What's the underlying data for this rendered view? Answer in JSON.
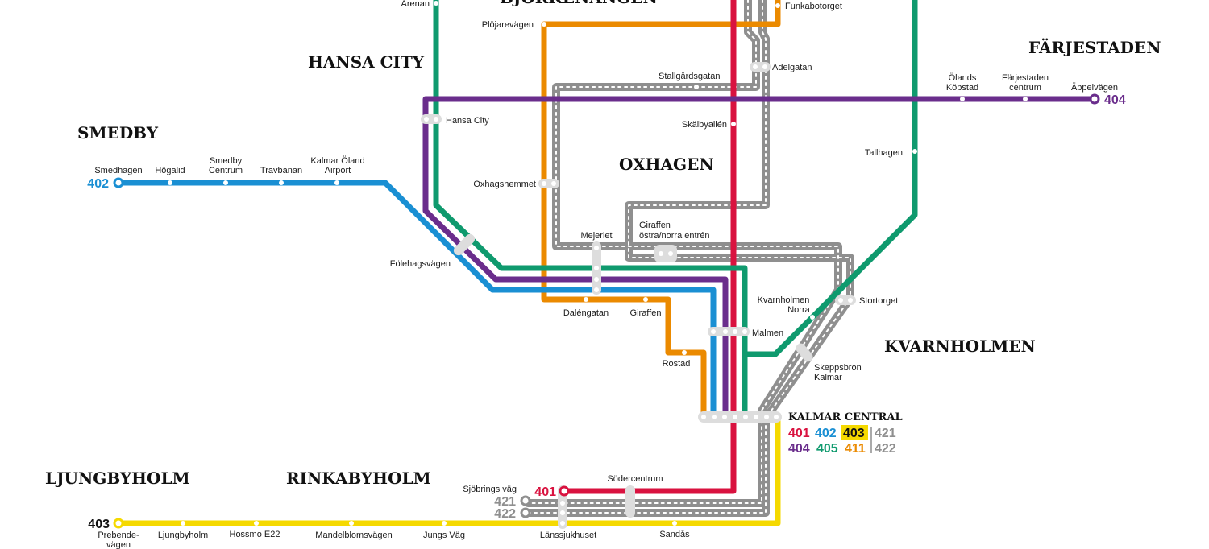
{
  "colors": {
    "l401": "#d9123f",
    "l402": "#1a8fd3",
    "l403": "#f5d900",
    "l404": "#6a2d8c",
    "l405": "#0f9a6e",
    "l411": "#eb8a00",
    "l421": "#8f8f8f",
    "l422": "#8f8f8f"
  },
  "districts": {
    "hansa_city": "HANSA CITY",
    "smedby": "SMEDBY",
    "oxhagen": "OXHAGEN",
    "farjestaden": "FÄRJESTADEN",
    "kvarnholmen": "KVARNHOLMEN",
    "ljungbyholm": "LJUNGBYHOLM",
    "rinkabyholm": "RINKABYHOLM",
    "berga_partial": "BJÖRKENÄNGEN"
  },
  "stops": {
    "arenan": "Arenan",
    "plojarevagen": "Plöjarevägen",
    "funkabotorget": "Funkabotorget",
    "adelgatan": "Adelgatan",
    "stallgardsgatan": "Stallgårdsgatan",
    "skalbyallen": "Skälbyallén",
    "hansa_city": "Hansa City",
    "smedhagen": "Smedhagen",
    "hogalid": "Högalid",
    "smedby_centrum_1": "Smedby",
    "smedby_centrum_2": "Centrum",
    "travbanan": "Travbanan",
    "airport_1": "Kalmar Öland",
    "airport_2": "Airport",
    "olands_kopstad_1": "Ölands",
    "olands_kopstad_2": "Köpstad",
    "farjestaden_centrum_1": "Färjestaden",
    "farjestaden_centrum_2": "centrum",
    "appelvagen": "Äppelvägen",
    "tallhagen": "Tallhagen",
    "oxhagshemmet": "Oxhagshemmet",
    "folehagsvagen": "Fölehagsvägen",
    "mejeriet": "Mejeriet",
    "giraffen_ostra_1": "Giraffen",
    "giraffen_ostra_2": "östra/norra entrén",
    "dalengatan": "Daléngatan",
    "giraffen": "Giraffen",
    "rostad": "Rostad",
    "malmen": "Malmen",
    "kvarnholmen_norra_1": "Kvarnholmen",
    "kvarnholmen_norra_2": "Norra",
    "stortorget": "Stortorget",
    "skeppsbron_1": "Skeppsbron",
    "skeppsbron_2": "Kalmar",
    "sjobrings_vag": "Sjöbrings väg",
    "sodercentrum": "Södercentrum",
    "prebendevagen_1": "Prebende-",
    "prebendevagen_2": "vägen",
    "ljungbyholm": "Ljungbyholm",
    "hossmo": "Hossmo E22",
    "mandelblomsvagen": "Mandelblomsvägen",
    "jungs_vag": "Jungs Väg",
    "lanssjukhuset": "Länssjukhuset",
    "sandas": "Sandås"
  },
  "hub": {
    "name": "KALMAR CENTRAL",
    "lines_row1": [
      "401",
      "402",
      "403",
      "421"
    ],
    "lines_row2": [
      "404",
      "405",
      "411",
      "422"
    ]
  },
  "terminus_labels": {
    "l402": "402",
    "l404": "404",
    "l403": "403",
    "l401": "401",
    "l421": "421",
    "l422": "422"
  }
}
